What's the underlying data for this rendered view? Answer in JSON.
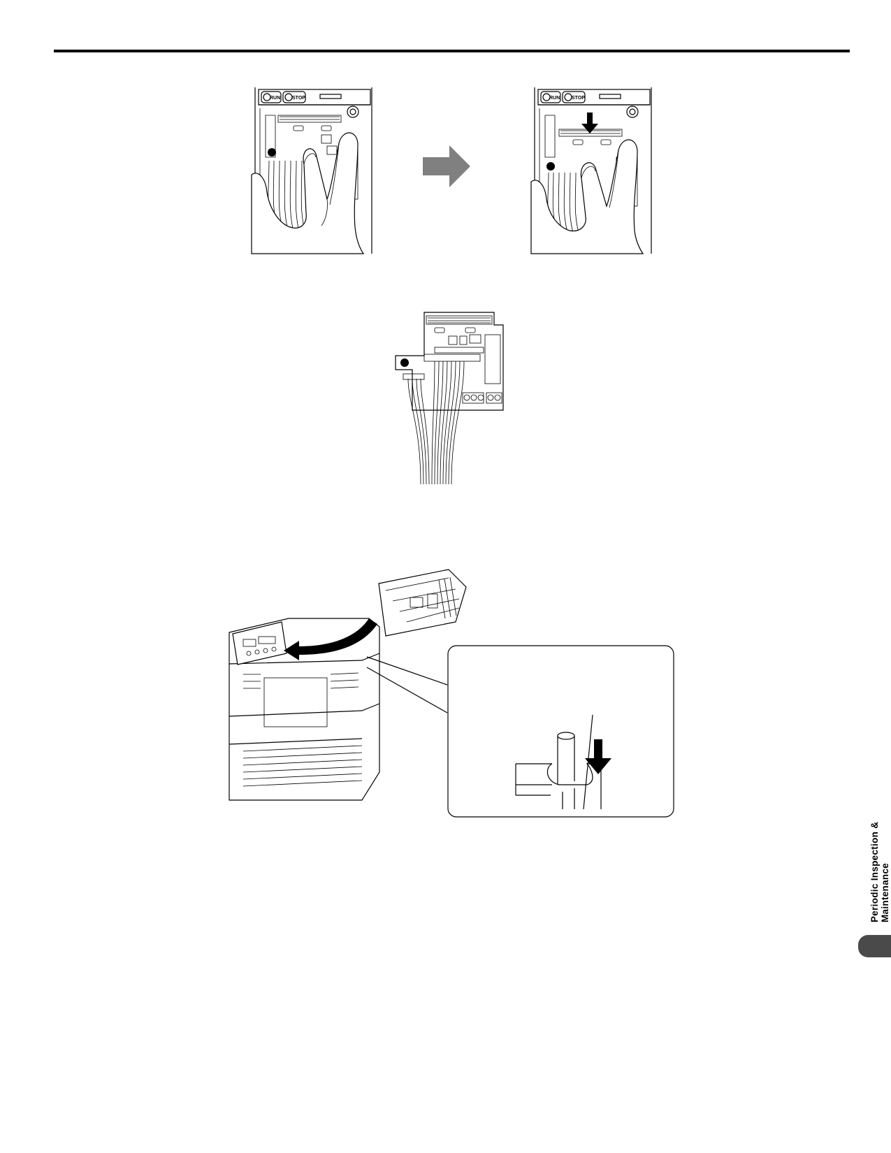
{
  "panel": {
    "run_label": "RUN",
    "stop_label": "STOP"
  },
  "sidebar": {
    "line1": "Periodic Inspection &",
    "line2": "Maintenance"
  },
  "colors": {
    "arrow_gray": "#808080",
    "tab": "#4a4a4a",
    "rule": "#000000"
  }
}
